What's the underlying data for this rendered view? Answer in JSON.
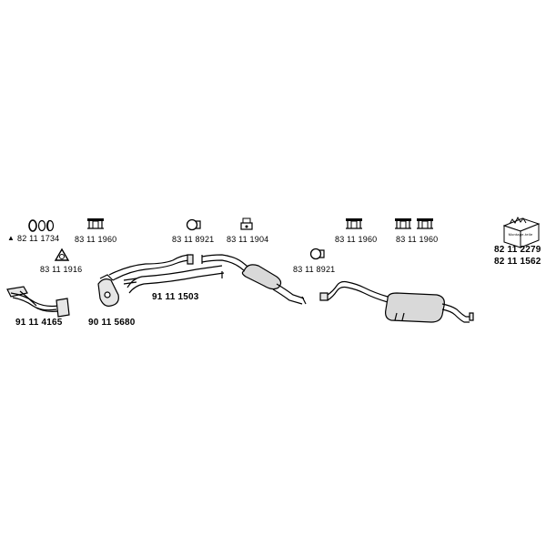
{
  "labels": {
    "warning_part": "82 11 1734",
    "bracket_a": "83 11 1960",
    "clamp_a": "83 11 8921",
    "hanger_a": "83 11 1904",
    "bracket_b": "83 11 1960",
    "bracket_c": "83 11 1960",
    "kit_a": "82 11 2279",
    "kit_b": "82 11 1562",
    "gasket": "83 11 1916",
    "clamp_b": "83 11 8921",
    "mid_pipe": "91 11 1503",
    "front_pipe": "91 11 4165",
    "catalyst": "90 11 5680"
  },
  "kit_box": {
    "text": "Montage-teile"
  },
  "icons": {
    "warning": "warning-triangle-icon",
    "ring": "ring-gasket-icon",
    "clamp": "clamp-icon",
    "bracket": "bracket-icon",
    "hanger": "rubber-hanger-icon",
    "kit": "mounting-kit-box-icon"
  },
  "colors": {
    "ink": "#000000",
    "fill": "#d9d9d9",
    "background": "#ffffff"
  }
}
